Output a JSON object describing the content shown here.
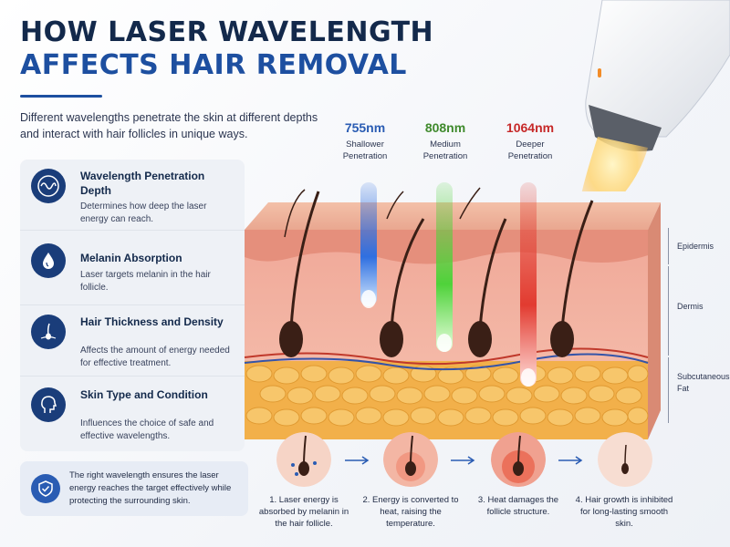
{
  "title": {
    "line1": "HOW LASER WAVELENGTH",
    "line2": "AFFECTS HAIR REMOVAL"
  },
  "intro": "Different wavelengths penetrate the skin at different depths and interact with hair follicles in unique ways.",
  "factors": [
    {
      "icon": "wave-icon",
      "heading": "Wavelength Penetration Depth",
      "desc": "Determines how deep the laser energy can reach."
    },
    {
      "icon": "droplet-icon",
      "heading": "Melanin Absorption",
      "desc": "Laser targets melanin in the hair follicle."
    },
    {
      "icon": "hair-icon",
      "heading": "Hair Thickness and Density",
      "desc": "Affects the amount of energy needed for effective treatment."
    },
    {
      "icon": "head-profile-icon",
      "heading": "Skin Type and Condition",
      "desc": "Influences the choice of safe and effective wavelengths."
    }
  ],
  "callout": {
    "icon": "shield-check-icon",
    "text": "The right wavelength ensures the laser energy reaches the target effectively while protecting the surrounding skin."
  },
  "wavelengths": [
    {
      "name": "755nm",
      "desc1": "Shallower",
      "desc2": "Penetration",
      "color": "#2a5cb3"
    },
    {
      "name": "808nm",
      "desc1": "Medium",
      "desc2": "Penetration",
      "color": "#3f8a2c"
    },
    {
      "name": "1064nm",
      "desc1": "Deeper",
      "desc2": "Penetration",
      "color": "#c62828"
    }
  ],
  "layers": {
    "epidermis": "Epidermis",
    "dermis": "Dermis",
    "subcutaneous1": "Subcutaneous",
    "subcutaneous2": "Fat"
  },
  "steps": [
    {
      "text": "1. Laser energy is absorbed by melanin in the hair follicle."
    },
    {
      "text": "2. Energy is converted to heat, raising the temperature."
    },
    {
      "text": "3. Heat damages the follicle structure."
    },
    {
      "text": "4. Hair growth is inhibited for long-lasting smooth skin."
    }
  ],
  "colors": {
    "navy": "#13294b",
    "blue": "#1d4fa0",
    "beam_blue": "#2f6fe0",
    "beam_green": "#4fd23a",
    "beam_red": "#e23b30",
    "skin": "#e9a790",
    "fat": "#f2b04a"
  }
}
